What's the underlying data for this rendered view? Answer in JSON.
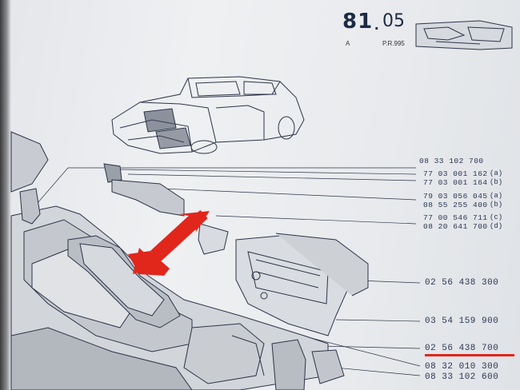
{
  "header": {
    "page_number": "81",
    "page_section": "05",
    "label_a": "A",
    "label_pr": "P.R.995"
  },
  "part_numbers": [
    {
      "text": "08 33 102 700"
    },
    {
      "text": "77 03 001 162",
      "variant": "(a)"
    },
    {
      "text": "77 03 001 164",
      "variant": "(b)"
    },
    {
      "text": "79 03 056 045",
      "variant": "(a)"
    },
    {
      "text": "08 55 255 400",
      "variant": "(b)"
    },
    {
      "text": "77 00 546 711",
      "variant": "(c)"
    },
    {
      "text": "08 20 641 700",
      "variant": "(d)"
    },
    {
      "text": "02 56 438 300"
    },
    {
      "text": "03 54 159 900"
    },
    {
      "text": "02 56 438 700"
    },
    {
      "text": "08 32 010 300"
    },
    {
      "text": "08 33 102 600"
    }
  ],
  "colors": {
    "paper": "#e8eaed",
    "ink": "#2a3652",
    "highlight": "#e1261c"
  },
  "icons": {
    "pointer_arrow": "red-arrow-icon"
  }
}
